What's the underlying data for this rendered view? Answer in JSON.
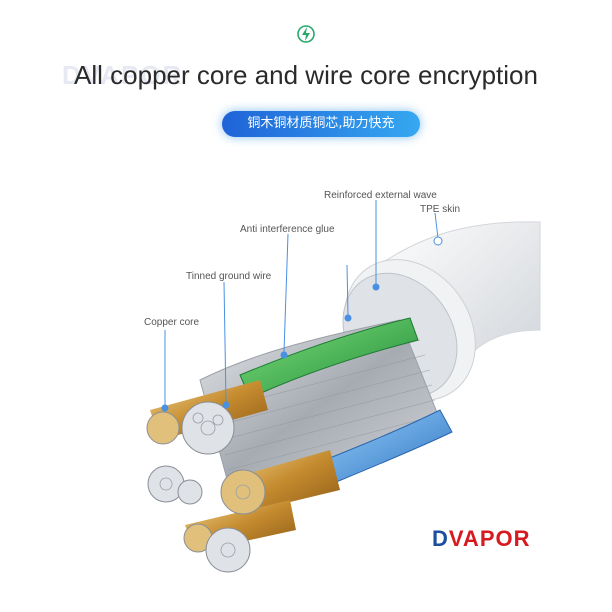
{
  "header": {
    "title": "All copper core and wire core encryption",
    "subtitle_badge": "铜木铜材质铜芯,助力快充",
    "icon": "lightning-bolt-icon",
    "accent_color": "#2aa86b"
  },
  "labels": {
    "reinforced_wave": "Reinforced external wave",
    "tpe_skin": "TPE skin",
    "anti_glue": "Anti interference glue",
    "tinned_ground": "Tinned ground wire",
    "copper_core": "Copper core"
  },
  "watermark": {
    "top": "DVAPOR",
    "brand_prefix": "D",
    "brand_rest": "VAPOR"
  },
  "colors": {
    "badge_start": "#1f63d8",
    "badge_end": "#36a8f0",
    "green_wire": "#39b54a",
    "blue_wire": "#3a8fd6",
    "copper": "#c8963e",
    "silver": "#b8bcc2",
    "brand_red": "#d71920",
    "brand_blue": "#1d4fa0"
  }
}
